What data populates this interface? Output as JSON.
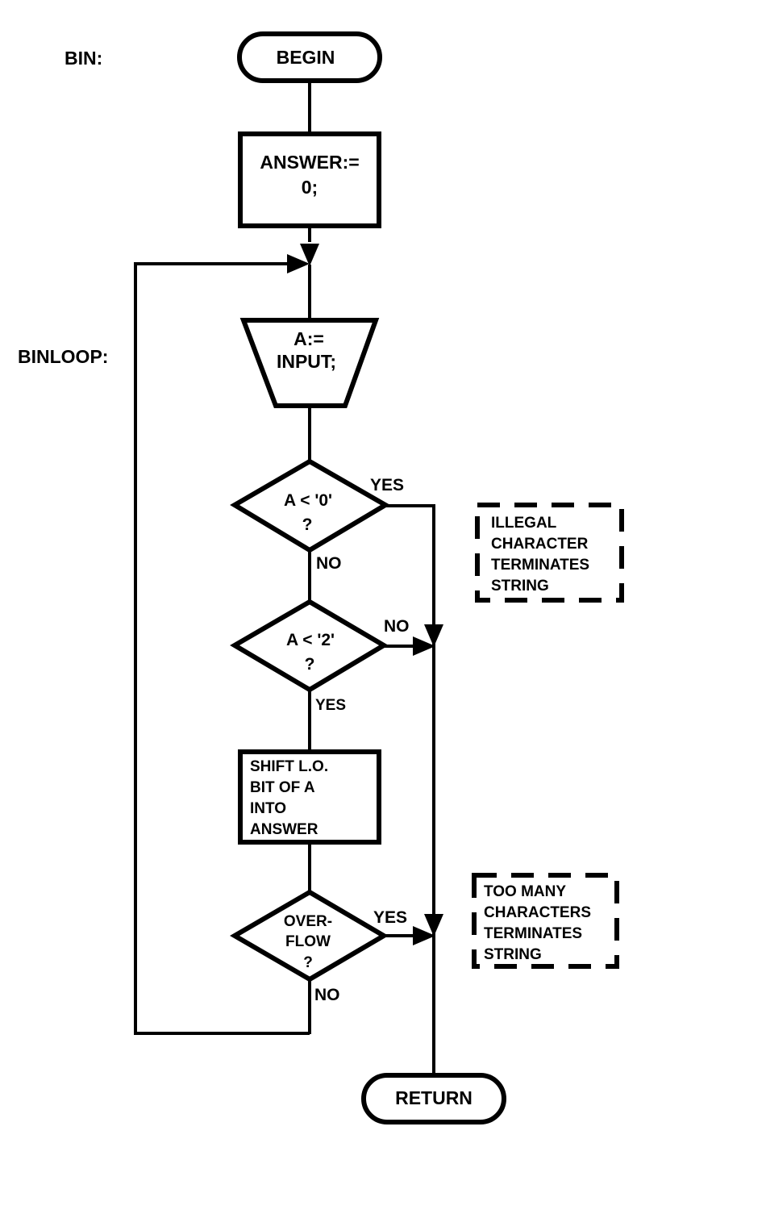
{
  "labels": {
    "bin": "BIN:",
    "binloop": "BINLOOP:"
  },
  "nodes": {
    "begin": "BEGIN",
    "init": [
      "ANSWER:=",
      "0;"
    ],
    "input": [
      "A:=",
      "INPUT;"
    ],
    "check_lt0": [
      "A < '0'",
      "?"
    ],
    "check_lt2": [
      "A < '2'",
      "?"
    ],
    "shift": [
      "SHIFT L.O.",
      "BIT OF A",
      "INTO",
      "ANSWER"
    ],
    "overflow": [
      "OVER-",
      "FLOW",
      "?"
    ],
    "return": "RETURN"
  },
  "edges": {
    "lt0_yes": "YES",
    "lt0_no": "NO",
    "lt2_no": "NO",
    "lt2_yes": "YES",
    "overflow_yes": "YES",
    "overflow_no": "NO"
  },
  "notes": {
    "illegal": [
      "ILLEGAL",
      "CHARACTER",
      "TERMINATES",
      "STRING"
    ],
    "too_many": [
      "TOO MANY",
      "CHARACTERS",
      "TERMINATES",
      "STRING"
    ]
  }
}
